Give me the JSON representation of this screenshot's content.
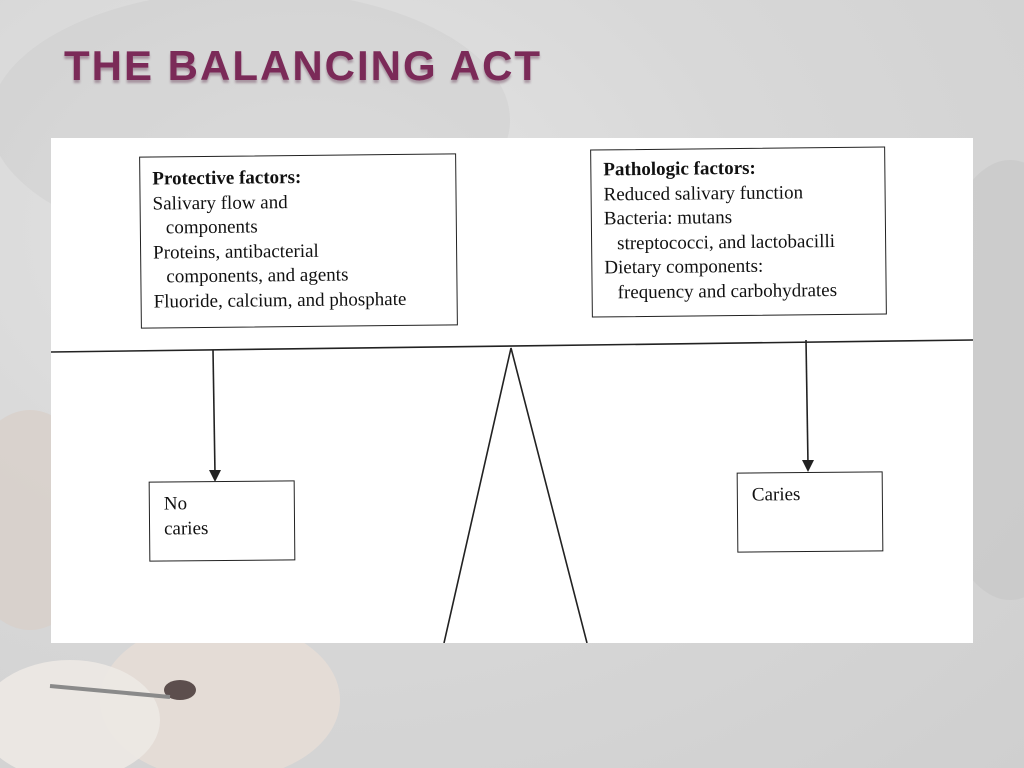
{
  "slide": {
    "title": "THE BALANCING ACT",
    "accent_color": "#7b2a58",
    "background_color": "#d8d8d8"
  },
  "diagram": {
    "protective": {
      "heading": "Protective factors:",
      "lines": [
        "Salivary flow and",
        "components",
        "Proteins, antibacterial",
        "components, and agents",
        "Fluoride, calcium, and phosphate"
      ]
    },
    "pathologic": {
      "heading": "Pathologic factors:",
      "lines": [
        "Reduced salivary function",
        "Bacteria: mutans",
        "streptococci, and lactobacilli",
        "Dietary components:",
        "frequency and carbohydrates"
      ]
    },
    "outcome_left": {
      "lines": [
        "No",
        "caries"
      ]
    },
    "outcome_right": {
      "lines": [
        "Caries"
      ]
    }
  }
}
